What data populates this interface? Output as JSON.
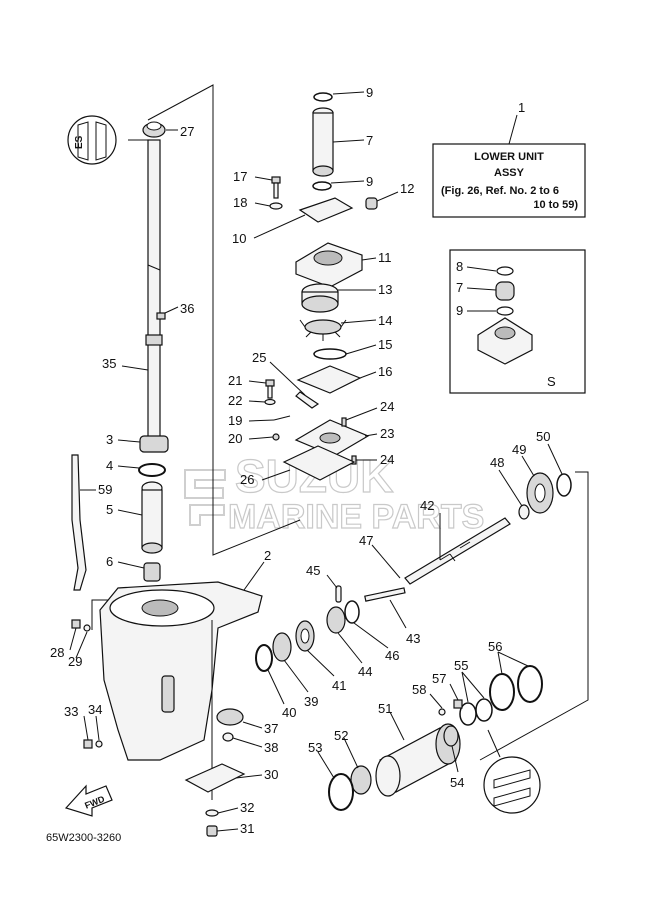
{
  "diagram": {
    "drawing_code": "65W2300-3260",
    "assembly_box": {
      "ref": "1",
      "line1": "LOWER UNIT",
      "line2": "ASSY",
      "line3": "(Fig. 26, Ref. No. 2 to 6",
      "line4": "10 to 59)"
    },
    "kit_box_label": "S",
    "watermark": {
      "line1": "SUZUK",
      "line2": "MARINE PARTS"
    },
    "fwd_label": "FWD",
    "callouts": {
      "n2": "2",
      "n3": "3",
      "n4": "4",
      "n5": "5",
      "n6": "6",
      "n7": "7",
      "n7b": "7",
      "n8": "8",
      "n9a": "9",
      "n9b": "9",
      "n9c": "9",
      "n10": "10",
      "n11": "11",
      "n12": "12",
      "n13": "13",
      "n14": "14",
      "n15": "15",
      "n16": "16",
      "n17": "17",
      "n18": "18",
      "n19": "19",
      "n20": "20",
      "n21": "21",
      "n22": "22",
      "n23": "23",
      "n24a": "24",
      "n24b": "24",
      "n25": "25",
      "n26": "26",
      "n27": "27",
      "n28": "28",
      "n29": "29",
      "n30": "30",
      "n31": "31",
      "n32": "32",
      "n33": "33",
      "n34": "34",
      "n35": "35",
      "n36": "36",
      "n37": "37",
      "n38": "38",
      "n39": "39",
      "n40": "40",
      "n41": "41",
      "n42": "42",
      "n43": "43",
      "n44": "44",
      "n45": "45",
      "n46": "46",
      "n47": "47",
      "n48": "48",
      "n49": "49",
      "n50": "50",
      "n51": "51",
      "n52": "52",
      "n53": "53",
      "n54": "54",
      "n55": "55",
      "n56": "56",
      "n57": "57",
      "n58": "58",
      "n59": "59"
    }
  }
}
